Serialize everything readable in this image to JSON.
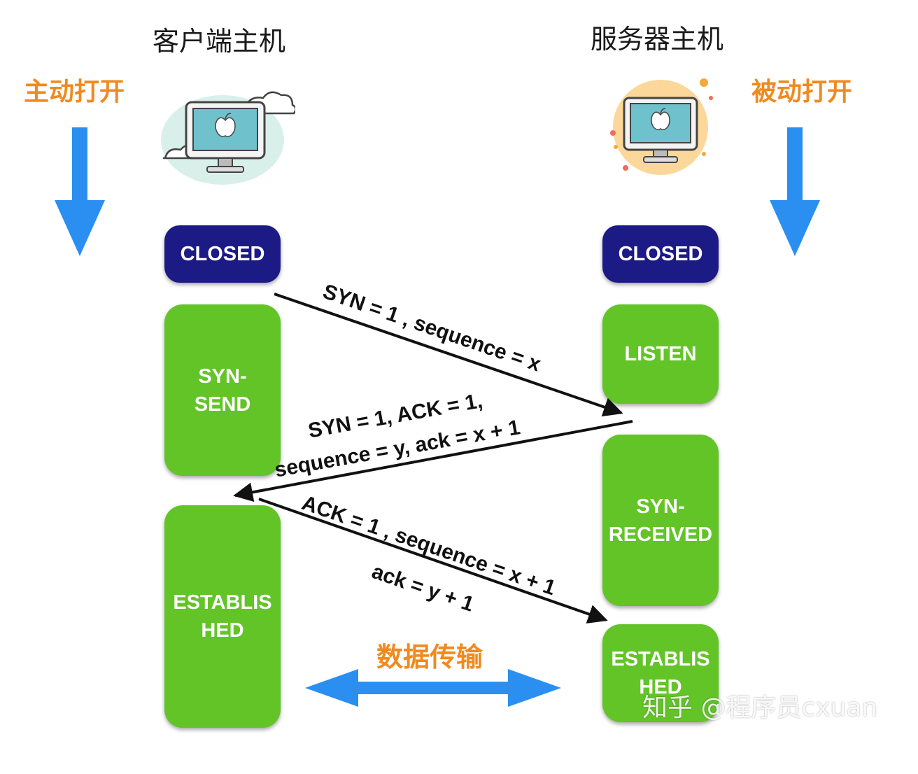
{
  "client": {
    "title": "客户端主机",
    "side_label": "主动打开"
  },
  "server": {
    "title": "服务器主机",
    "side_label": "被动打开"
  },
  "client_states": [
    "CLOSED",
    "SYN-\nSEND",
    "ESTABLIS\nHED"
  ],
  "server_states": [
    "CLOSED",
    "LISTEN",
    "SYN-\nRECEIVED",
    "ESTABLIS\nHED"
  ],
  "messages": {
    "syn": "SYN = 1 , sequence = x",
    "synack_line1": "SYN = 1, ACK = 1,",
    "synack_line2": "sequence = y, ack = x + 1",
    "ack_line1": "ACK = 1 , sequence = x + 1",
    "ack_line2": "ack = y + 1"
  },
  "data_transfer": "数据传输",
  "watermark": "知乎 @程序员cxuan",
  "colors": {
    "closed": "#1c1a85",
    "state_green": "#63c428",
    "label_orange": "#f08a1e",
    "flow_arrow_blue": "#2a8ff0"
  },
  "icons": {
    "client": "desktop-computer-with-clouds-icon",
    "server": "desktop-computer-sun-icon"
  }
}
